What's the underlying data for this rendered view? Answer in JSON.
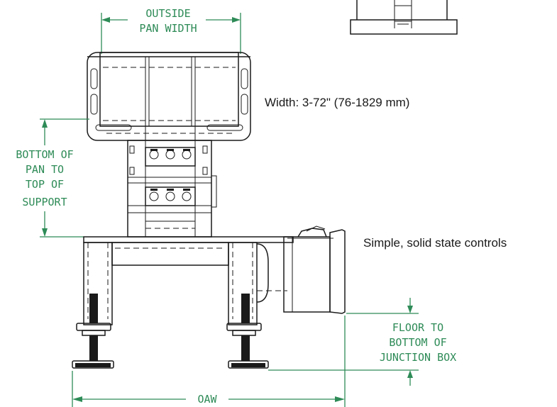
{
  "dimension_labels": {
    "outside_pan_width": [
      "OUTSIDE",
      "PAN WIDTH"
    ],
    "bottom_of_pan": [
      "BOTTOM OF",
      "PAN TO",
      "TOP OF",
      "SUPPORT"
    ],
    "floor_to_box": [
      "FLOOR TO",
      "BOTTOM OF",
      "JUNCTION BOX"
    ],
    "oaw": "OAW"
  },
  "notes": {
    "width": "Width: 3-72\" (76-1829 mm)",
    "controls": "Simple, solid state controls"
  },
  "colors": {
    "dimension": "#2e8b57",
    "line": "#1a1a1a",
    "background": "#ffffff"
  }
}
